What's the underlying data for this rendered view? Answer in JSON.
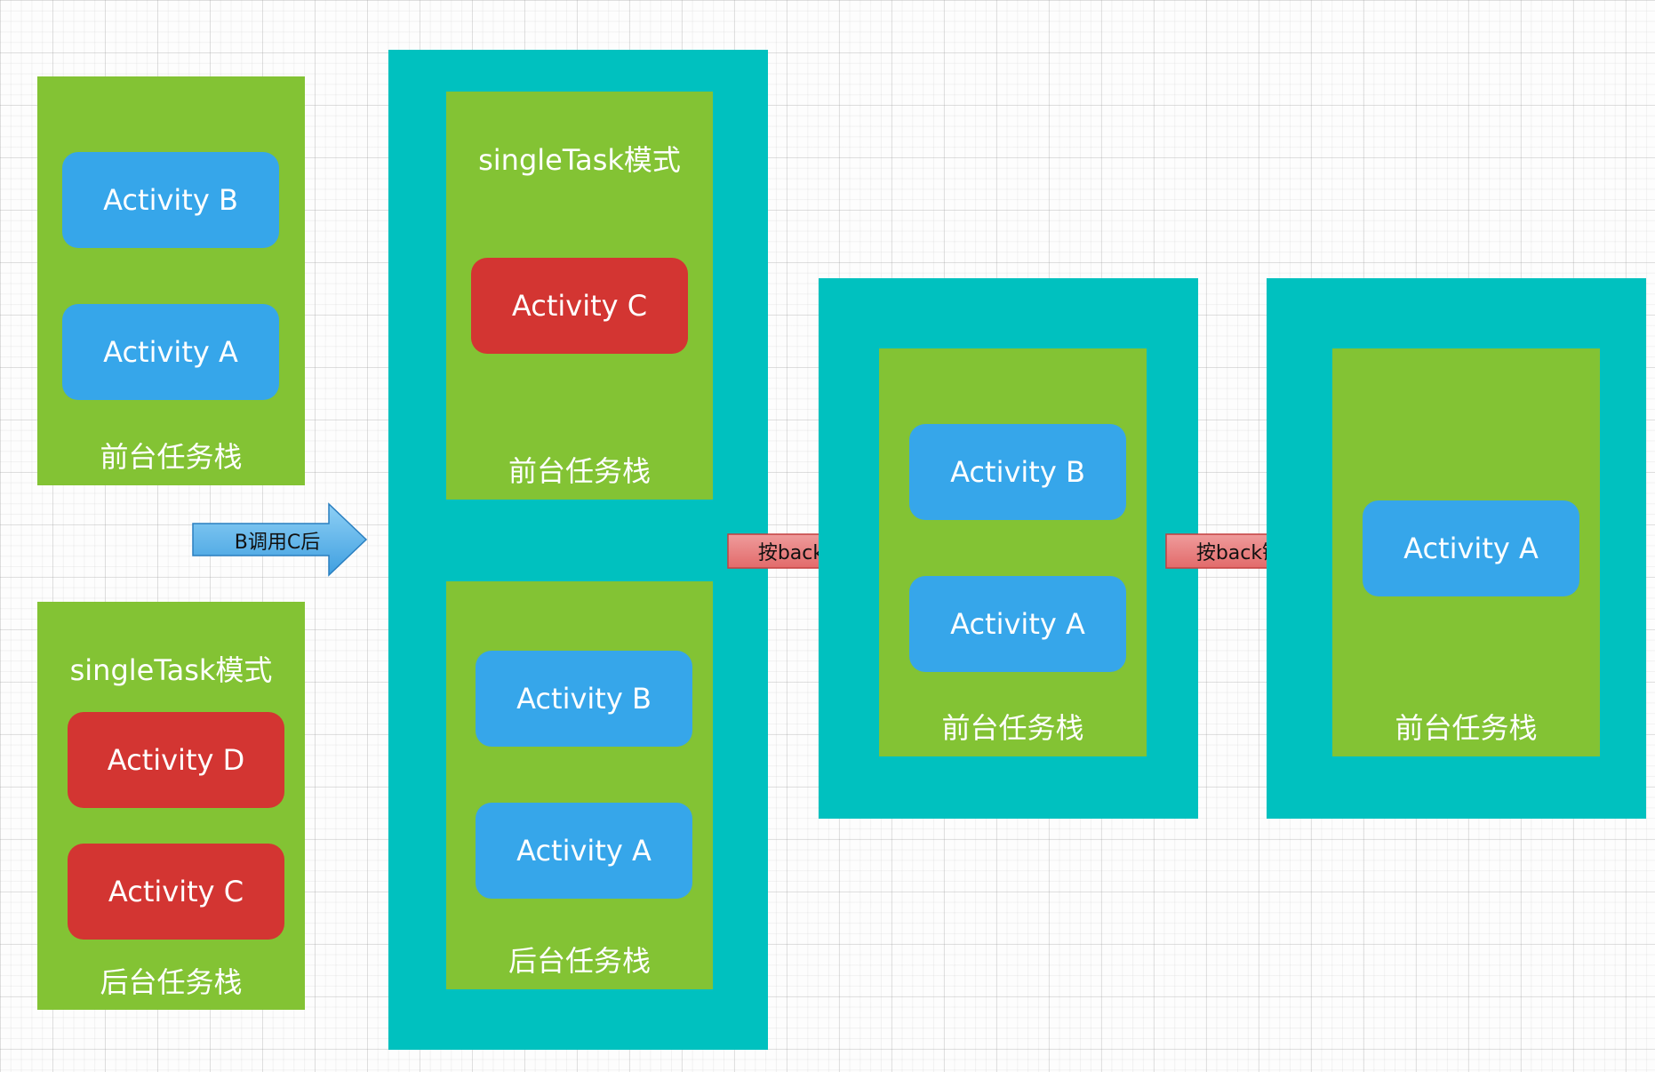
{
  "colors": {
    "teal": "#00c1bf",
    "green": "#83c334",
    "blue_activity": "#36a6ea",
    "red_activity": "#d33532",
    "arrow_blue": "#5fb3ea",
    "arrow_red": "#e06a6a"
  },
  "before": {
    "foreground": {
      "activities": [
        "Activity B",
        "Activity A"
      ],
      "label": "前台任务栈"
    },
    "background": {
      "mode": "singleTask模式",
      "activities": [
        "Activity D",
        "Activity C"
      ],
      "label": "后台任务栈"
    }
  },
  "arrow_call": {
    "label": "B调用C后"
  },
  "after_call": {
    "foreground": {
      "mode": "singleTask模式",
      "activities": [
        "Activity C"
      ],
      "label": "前台任务栈"
    },
    "background": {
      "activities": [
        "Activity B",
        "Activity A"
      ],
      "label": "后台任务栈"
    }
  },
  "arrow_back_1": {
    "label": "按back键"
  },
  "after_back_1": {
    "foreground": {
      "activities": [
        "Activity B",
        "Activity A"
      ],
      "label": "前台任务栈"
    }
  },
  "arrow_back_2": {
    "label": "按back键"
  },
  "after_back_2": {
    "foreground": {
      "activities": [
        "Activity A"
      ],
      "label": "前台任务栈"
    }
  }
}
